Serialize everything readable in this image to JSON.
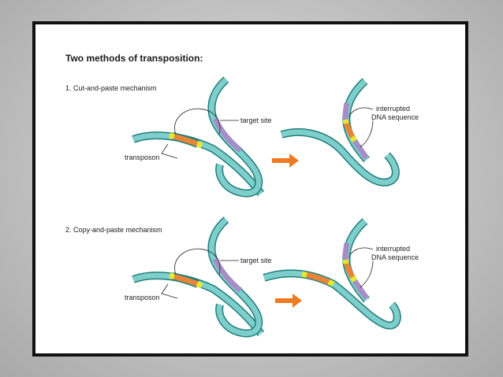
{
  "title": "Two methods of transposition:",
  "panels": [
    {
      "heading": "1. Cut-and-paste mechanism",
      "label_target": "target site",
      "label_transposon": "transposon",
      "label_result_line1": "interrupted",
      "label_result_line2": "DNA sequence"
    },
    {
      "heading": "2. Copy-and-paste mechanism",
      "label_target": "target site",
      "label_transposon": "transposon",
      "label_result_line1": "interrupted",
      "label_result_line2": "DNA sequence"
    }
  ],
  "colors": {
    "dna": "#7ecfcc",
    "dna_outline": "#1f7d7a",
    "target": "#a58ec8",
    "transposon": "#e6853a",
    "flank": "#e8e830",
    "arrow": "#ee7a22"
  }
}
